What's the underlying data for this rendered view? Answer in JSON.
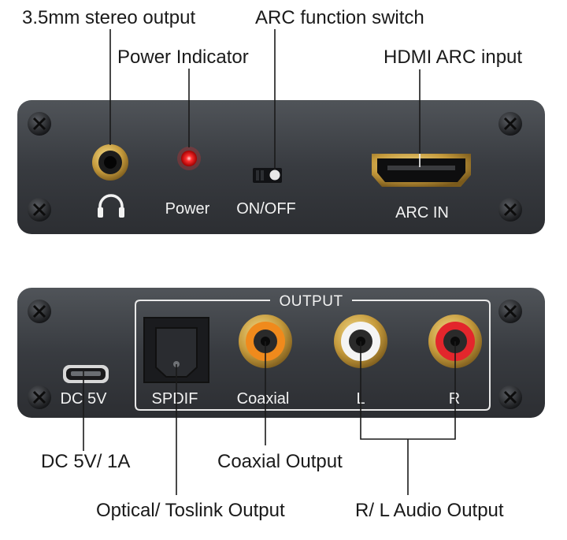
{
  "callouts": {
    "stereo_output": "3.5mm stereo output",
    "arc_switch": "ARC function switch",
    "power_indicator": "Power Indicator",
    "hdmi_arc_input": "HDMI ARC input",
    "dc_power": "DC 5V/ 1A",
    "coaxial_output": "Coaxial Output",
    "optical_output": "Optical/ Toslink Output",
    "rl_audio_output": "R/ L Audio Output"
  },
  "front_panel": {
    "power_label": "Power",
    "switch_label": "ON/OFF",
    "hdmi_label": "ARC IN",
    "headphone_icon": "headphone-icon"
  },
  "back_panel": {
    "output_title": "OUTPUT",
    "dc_label": "DC 5V",
    "spdif_label": "SPDIF",
    "coaxial_label": "Coaxial",
    "left_label": "L",
    "right_label": "R"
  },
  "colors": {
    "panel": "#3a3d42",
    "led_red": "#ff2a2a",
    "rca_orange": "#f08a1c",
    "rca_white": "#f4f4f4",
    "rca_red": "#e3262c",
    "gold": "#c9a24a"
  }
}
